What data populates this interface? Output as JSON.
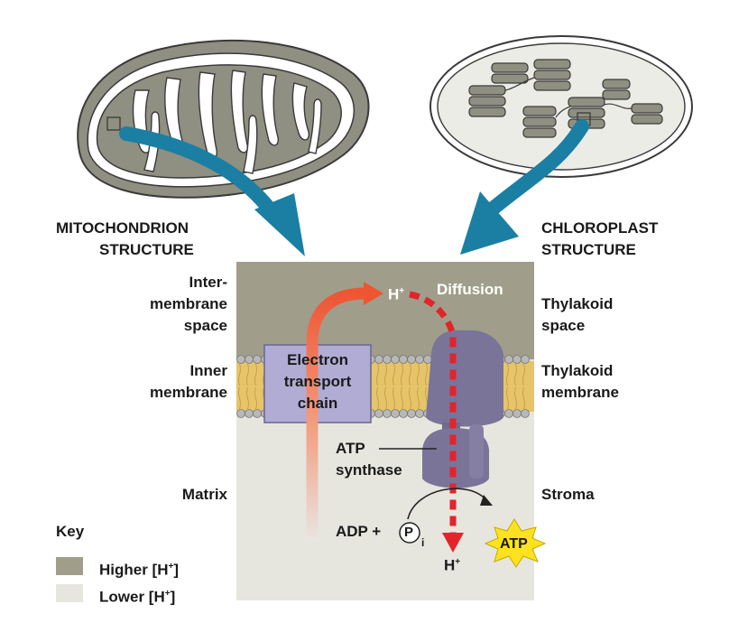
{
  "headings": {
    "mito_title_1": "MITOCHONDRION",
    "mito_title_2": "STRUCTURE",
    "chloro_title_1": "CHLOROPLAST",
    "chloro_title_2": "STRUCTURE"
  },
  "left_labels": {
    "intermembrane_1": "Inter-",
    "intermembrane_2": "membrane",
    "intermembrane_3": "space",
    "inner_membrane_1": "Inner",
    "inner_membrane_2": "membrane",
    "matrix": "Matrix"
  },
  "right_labels": {
    "thylakoid_space_1": "Thylakoid",
    "thylakoid_space_2": "space",
    "thylakoid_membrane_1": "Thylakoid",
    "thylakoid_membrane_2": "membrane",
    "stroma": "Stroma"
  },
  "center": {
    "etc_1": "Electron",
    "etc_2": "transport",
    "etc_3": "chain",
    "hplus_top": "H",
    "hplus_bottom": "H",
    "plus": "+",
    "diffusion": "Diffusion",
    "atp_synthase_1": "ATP",
    "atp_synthase_2": "synthase",
    "adp": "ADP +",
    "pi": "P",
    "pi_sub": "i",
    "atp": "ATP"
  },
  "key": {
    "title": "Key",
    "higher": "Higher [H",
    "lower": "Lower [H",
    "plus": "+",
    "close": "]"
  },
  "colors": {
    "higher": "#a09e8a",
    "lower": "#e6e6df",
    "etc_box": "#b1acd4",
    "synthase": "#7a7499",
    "arrow_blue": "#1a7fa3",
    "proton_red": "#e3242b",
    "atp_star": "#ffe21f",
    "organelle_fill": "#8f8f82"
  }
}
